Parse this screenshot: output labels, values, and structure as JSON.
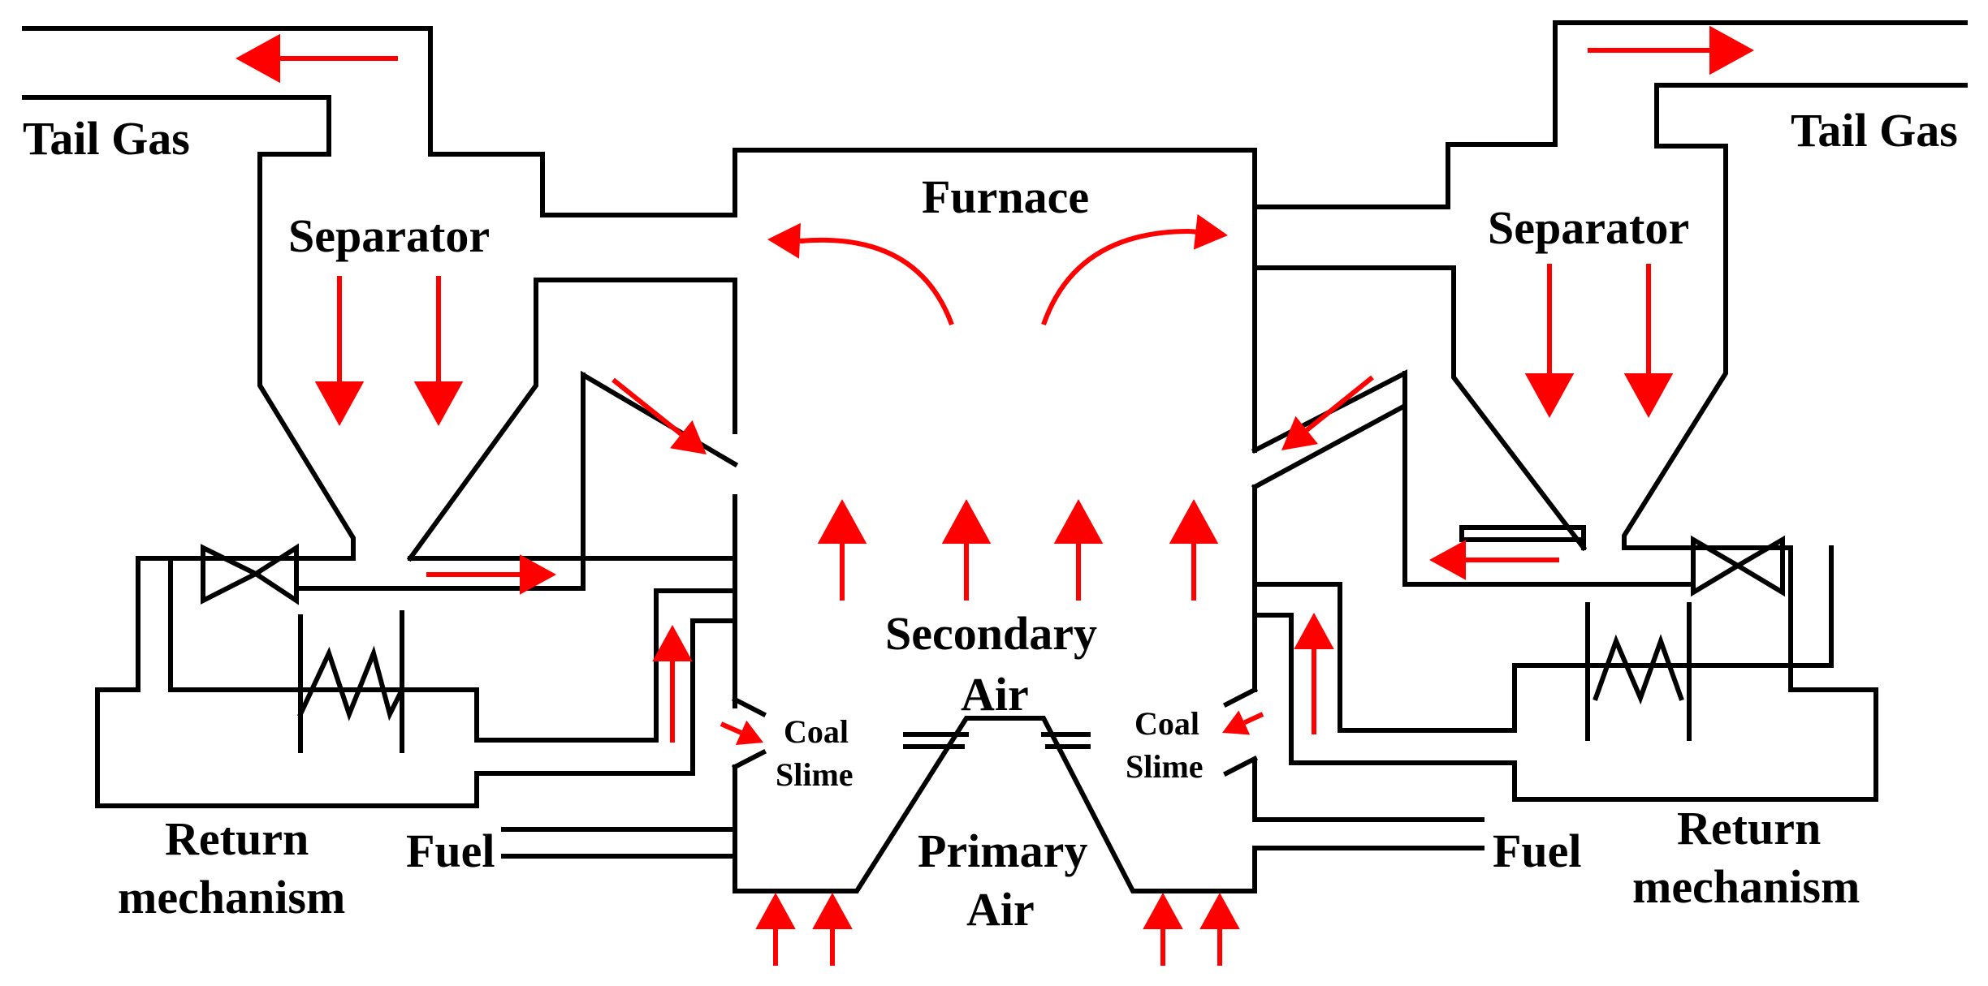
{
  "colors": {
    "line": "#000000",
    "flow": "#ff0000",
    "background": "#ffffff"
  },
  "labels": {
    "tail_gas_left": "Tail Gas",
    "tail_gas_right": "Tail Gas",
    "separator_left": "Separator",
    "separator_right": "Separator",
    "furnace": "Furnace",
    "secondary_air_line1": "Secondary",
    "secondary_air_line2": "Air",
    "primary_air_line1": "Primary",
    "primary_air_line2": "Air",
    "coal_left": "Coal",
    "slime_left": "Slime",
    "coal_right": "Coal",
    "slime_right": "Slime",
    "fuel_left": "Fuel",
    "fuel_right": "Fuel",
    "return_left_line1": "Return",
    "return_left_line2": "mechanism",
    "return_right_line1": "Return",
    "return_right_line2": "mechanism"
  },
  "icons": [
    "valve-icon",
    "heat-exchanger-icon",
    "flow-arrow-icon"
  ]
}
